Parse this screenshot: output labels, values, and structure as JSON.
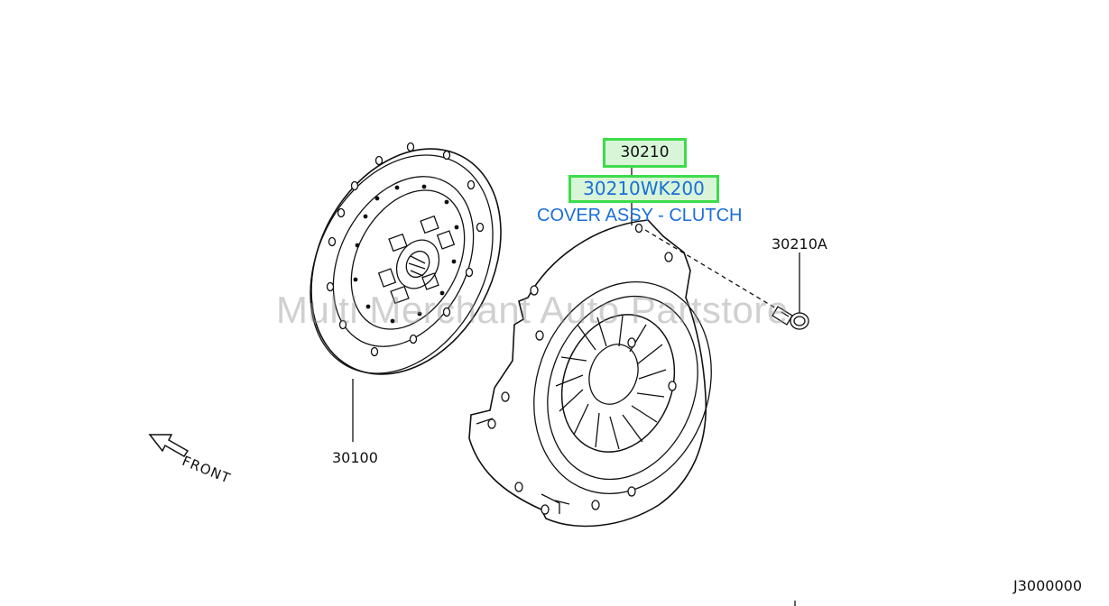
{
  "parts": {
    "main_ref": "30210",
    "part_number": "30210WK200",
    "part_desc": "COVER ASSY - CLUTCH",
    "disc_ref": "30100",
    "bolt_ref": "30210A"
  },
  "front_label": "FRONT",
  "watermark": "Multi Merchant Auto Partstore",
  "diagram_id": "J3000000",
  "colors": {
    "highlight_border": "#3ddc4a",
    "highlight_fill": "#d8f5d8",
    "link_text": "#1a6fd8"
  }
}
